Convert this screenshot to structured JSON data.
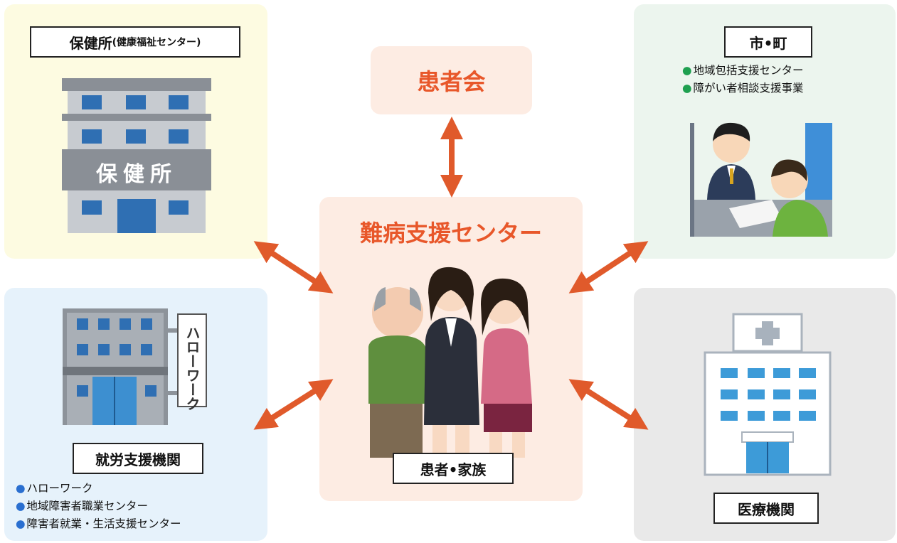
{
  "hokenjo": {
    "title": "保健所",
    "subtitle": "(健康福祉センター)",
    "building_sign": "保健所",
    "color": "#fdfbe1"
  },
  "kanjakai": {
    "title": "患者会",
    "color": "#fdece3",
    "text_color": "#e8572a"
  },
  "shicho": {
    "title": "市•町",
    "items": [
      "地域包括支援センター",
      "障がい者相談支援事業"
    ],
    "color": "#ecf5ee"
  },
  "center": {
    "title": "難病支援センター",
    "people_label": "患者•家族",
    "color": "#fdece3",
    "text_color": "#e8572a"
  },
  "shuro": {
    "title": "就労支援機関",
    "sign": "ハローワーク",
    "items": [
      "ハローワーク",
      "地域障害者職業センター",
      "障害者就業・生活支援センター"
    ],
    "color": "#e6f2fb"
  },
  "iryo": {
    "title": "医療機関",
    "color": "#e9e9e9"
  },
  "arrow_color": "#e05a2b",
  "bullet_glyph": "●"
}
